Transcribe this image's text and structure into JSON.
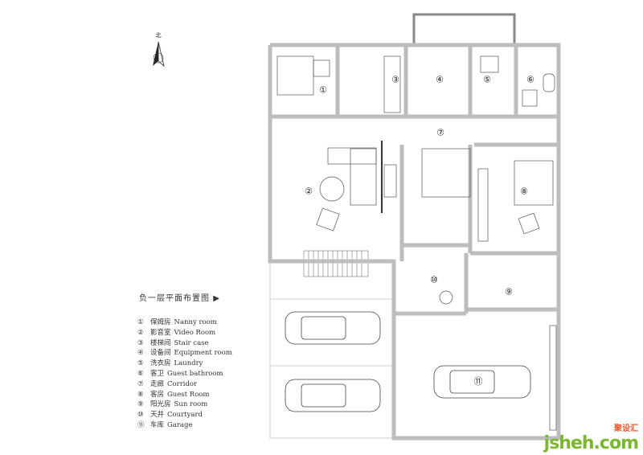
{
  "compass": {
    "label": "北"
  },
  "plan_title": "负一层平面布置图",
  "legend": [
    {
      "num": "①",
      "cn": "保姆房",
      "en": "Nanny room"
    },
    {
      "num": "②",
      "cn": "影音室",
      "en": "Video Room"
    },
    {
      "num": "③",
      "cn": "楼梯间",
      "en": "Stair case"
    },
    {
      "num": "④",
      "cn": "设备间",
      "en": "Equipment room"
    },
    {
      "num": "⑤",
      "cn": "洗衣房",
      "en": "Laundry"
    },
    {
      "num": "⑥",
      "cn": "客卫",
      "en": "Guest bathroom"
    },
    {
      "num": "⑦",
      "cn": "走廊",
      "en": "Corridor"
    },
    {
      "num": "⑧",
      "cn": "客房",
      "en": "Guest Room"
    },
    {
      "num": "⑨",
      "cn": "阳光房",
      "en": "Sun room"
    },
    {
      "num": "⑩",
      "cn": "天井",
      "en": "Courtyard"
    },
    {
      "num": "⑪",
      "cn": "车库",
      "en": "Garage"
    }
  ],
  "room_labels": [
    "①",
    "②",
    "③",
    "④",
    "⑤",
    "⑥",
    "⑦",
    "⑧",
    "⑨",
    "⑩",
    "⑪"
  ],
  "watermark": {
    "main": "jsheh.com",
    "cn": "聚设汇"
  },
  "colors": {
    "wall": "#bdbdbd",
    "line": "#555555",
    "wm_green": "#7cb82f",
    "wm_orange": "#e8582a"
  }
}
